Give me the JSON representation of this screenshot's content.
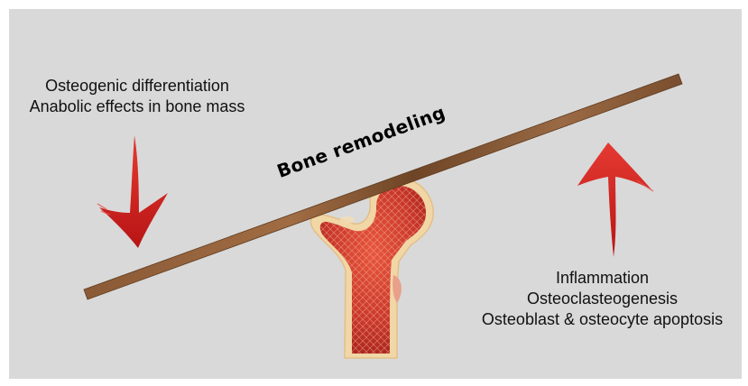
{
  "diagram": {
    "center_label": "Bone remodeling",
    "left_group": {
      "lines": [
        "Osteogenic differentiation",
        "Anabolic effects in bone mass"
      ],
      "arrow_direction": "down"
    },
    "right_group": {
      "lines": [
        "Inflammation",
        "Osteoclasteogenesis",
        "Osteoblast & osteocyte apoptosis"
      ],
      "arrow_direction": "up"
    },
    "colors": {
      "background": "#d9d9d9",
      "lever": "#8b5e3c",
      "arrow": "#d62020",
      "bone_interior": "#c9372c",
      "bone_shell": "#f1d6a6"
    },
    "icons": [
      "seesaw-lever",
      "femur-bone-fulcrum",
      "down-arrow-icon",
      "up-arrow-icon"
    ]
  }
}
